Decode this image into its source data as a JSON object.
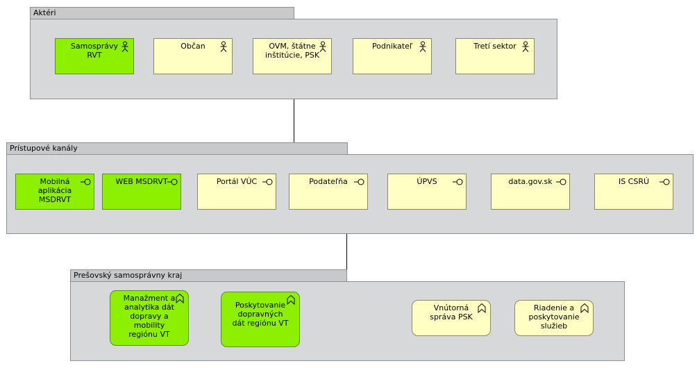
{
  "groups": {
    "actors": {
      "title": "Aktéri"
    },
    "channels": {
      "title": "Prístupové kanály"
    },
    "region": {
      "title": "Prešovský samosprávny kraj"
    }
  },
  "actors": [
    {
      "label": "Samosprávy\nRVT",
      "color": "#8cf000"
    },
    {
      "label": "Občan",
      "color": "#ffffc4"
    },
    {
      "label": "OVM, štátne\ninštitúcie, PSK",
      "color": "#ffffc4"
    },
    {
      "label": "Podnikateľ",
      "color": "#ffffc4"
    },
    {
      "label": "Tretí sektor",
      "color": "#ffffc4"
    }
  ],
  "channels": [
    {
      "label": "Mobilná\naplikácia\nMSDRVT",
      "color": "#8cf000"
    },
    {
      "label": "WEB MSDRVT",
      "color": "#8cf000"
    },
    {
      "label": "Portál VÚC",
      "color": "#ffffc4"
    },
    {
      "label": "Podateľňa",
      "color": "#ffffc4"
    },
    {
      "label": "ÚPVS",
      "color": "#ffffc4"
    },
    {
      "label": "data.gov.sk",
      "color": "#ffffc4"
    },
    {
      "label": "IS CSRÚ",
      "color": "#ffffc4"
    }
  ],
  "functions": [
    {
      "label": "Manažment a\nanalytika dát\ndopravy a\nmobility\nregiónu VT",
      "color": "#8cf000"
    },
    {
      "label": "Poskytovanie\ndopravných\ndát regiónu VT",
      "color": "#8cf000"
    },
    {
      "label": "Vnútorná\nspráva PSK",
      "color": "#ffffc4"
    },
    {
      "label": "Riadenie a\nposkytovanie\nslužieb",
      "color": "#ffffc4"
    }
  ]
}
